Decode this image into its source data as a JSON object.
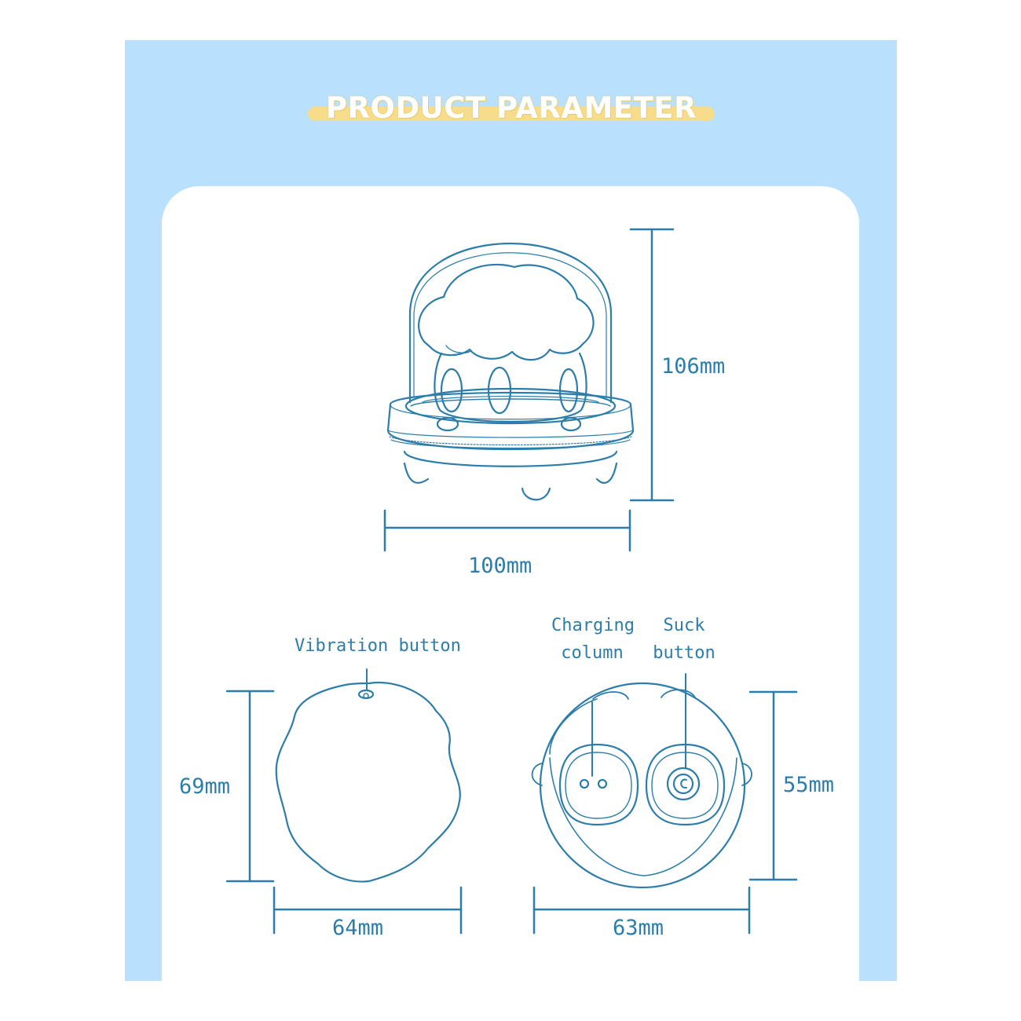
{
  "title": "PRODUCT PARAMETER",
  "dimensions": {
    "front_height": "106mm",
    "front_width": "100mm",
    "top_height": "69mm",
    "top_width": "64mm",
    "bottom_height": "55mm",
    "bottom_width": "63mm"
  },
  "labels": {
    "vibration_button": "Vibration button",
    "charging_line1": "Charging",
    "charging_line2": "column",
    "suck_line1": "Suck",
    "suck_line2": "button"
  },
  "colors": {
    "panel": "#b9e1fd",
    "line": "#2c7daa",
    "title_highlight": "#f7dc8c"
  }
}
